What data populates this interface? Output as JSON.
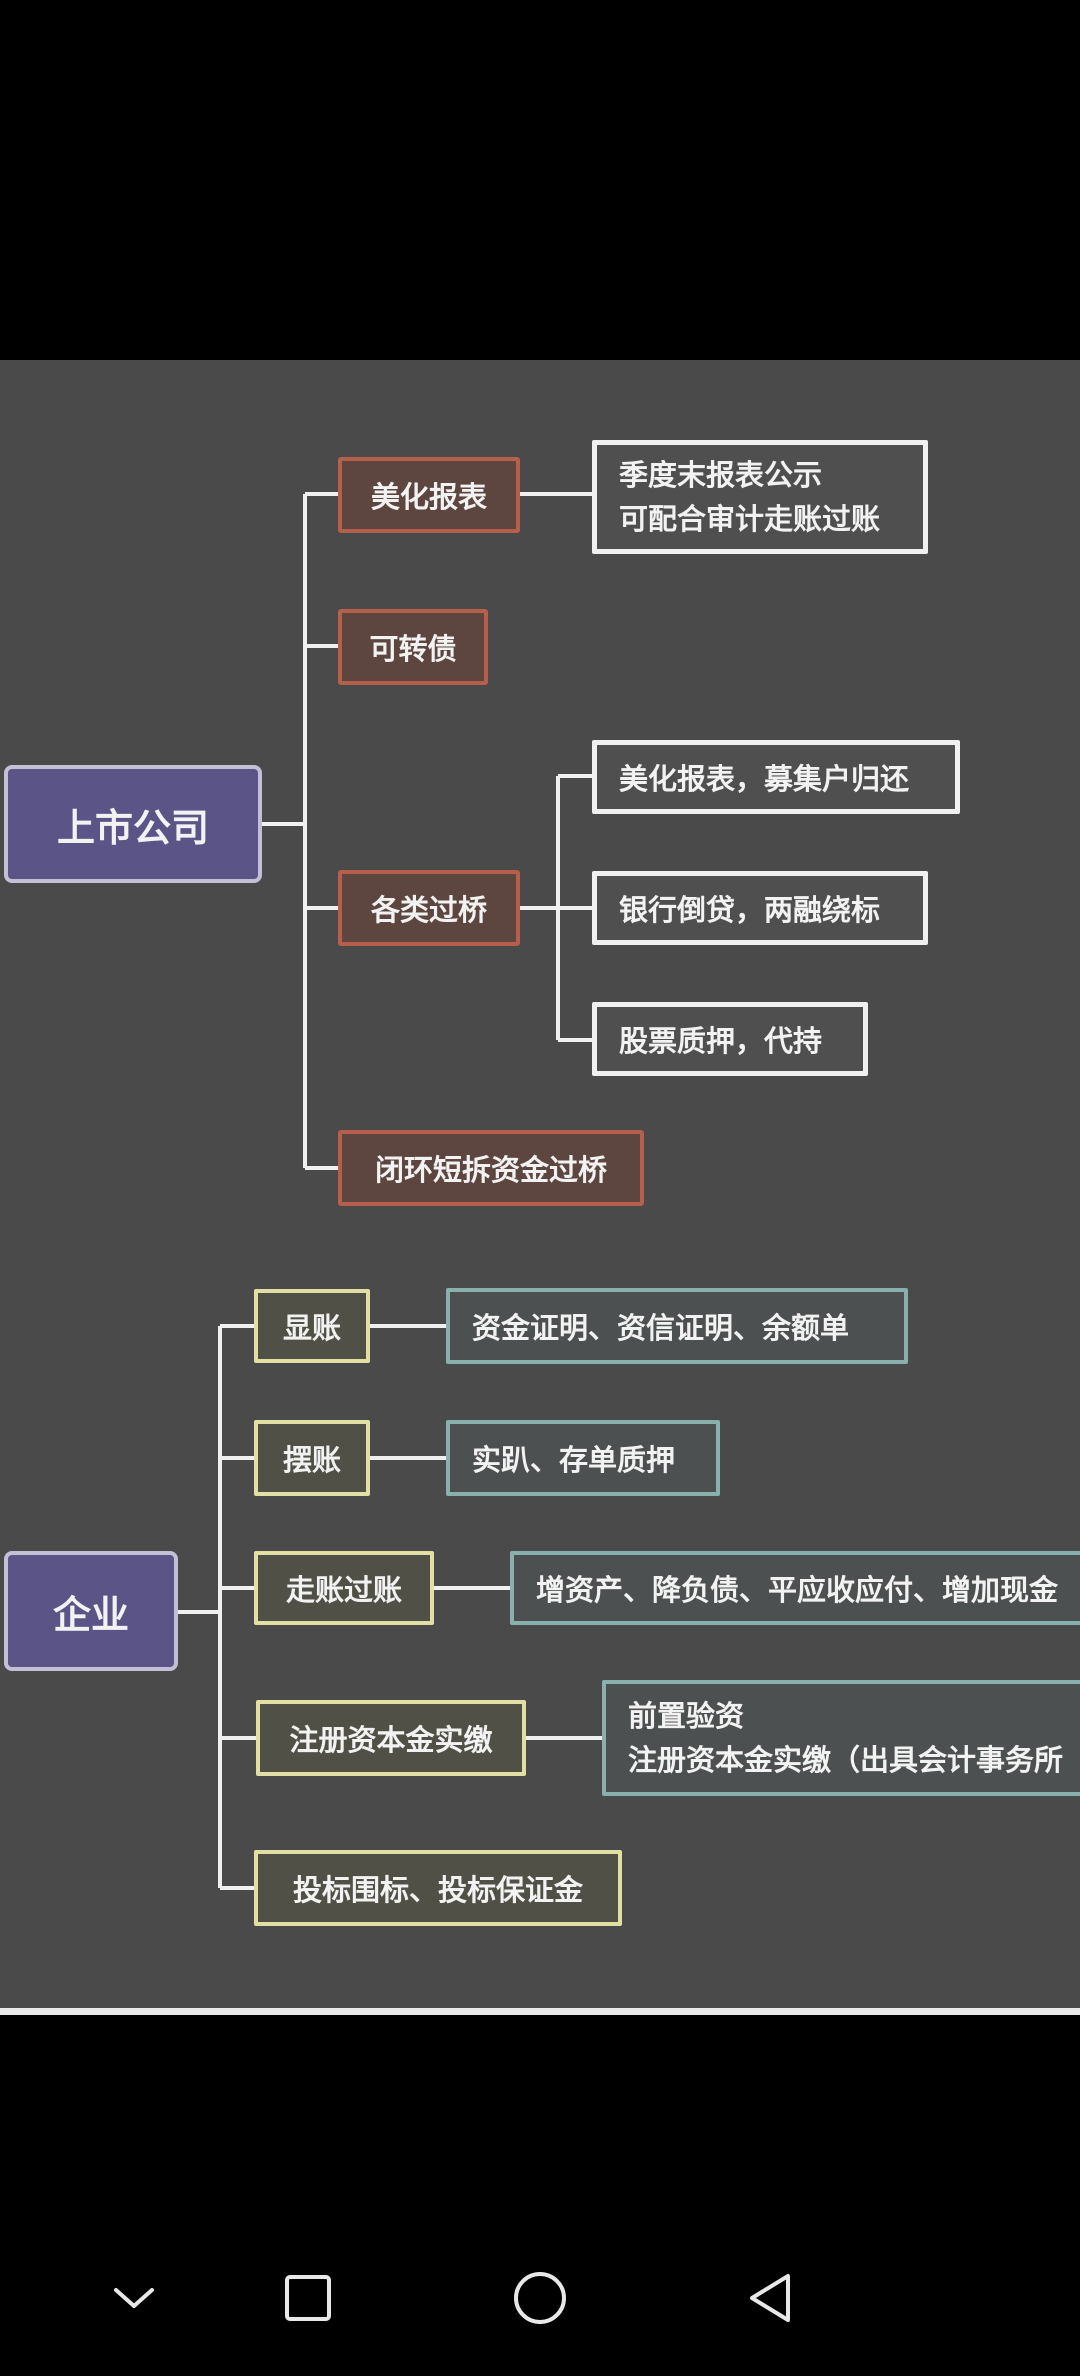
{
  "diagram": {
    "listed_company": {
      "label": "上市公司",
      "branches": {
        "beautify_reports": {
          "label": "美化报表",
          "detail": [
            "季度末报表公示",
            "可配合审计走账过账"
          ]
        },
        "convertible_bond": {
          "label": "可转债"
        },
        "bridge_loans": {
          "label": "各类过桥",
          "details": [
            "美化报表，募集户归还",
            "银行倒贷，两融绕标",
            "股票质押，代持"
          ]
        },
        "closed_loop": {
          "label": "闭环短拆资金过桥"
        }
      }
    },
    "enterprise": {
      "label": "企业",
      "branches": {
        "show_account": {
          "label": "显账",
          "detail": "资金证明、资信证明、余额单"
        },
        "place_account": {
          "label": "摆账",
          "detail": "实趴、存单质押"
        },
        "transfer": {
          "label": "走账过账",
          "detail": "增资产、降负债、平应收应付、增加现金"
        },
        "registered_capital": {
          "label": "注册资本金实缴",
          "detail": [
            "前置验资",
            "注册资本金实缴（出具会计事务所"
          ]
        },
        "bidding": {
          "label": "投标围标、投标保证金"
        }
      }
    }
  },
  "navbar": {
    "icons": [
      "chevron-down-icon",
      "square-icon",
      "circle-icon",
      "triangle-back-icon"
    ]
  },
  "colors": {
    "panel_bg": "#4a4a4a",
    "root_fill": "#5a5487",
    "red_border": "#b65f4b",
    "yellow_border": "#e2dfa5",
    "teal_border": "#88b1ad"
  }
}
